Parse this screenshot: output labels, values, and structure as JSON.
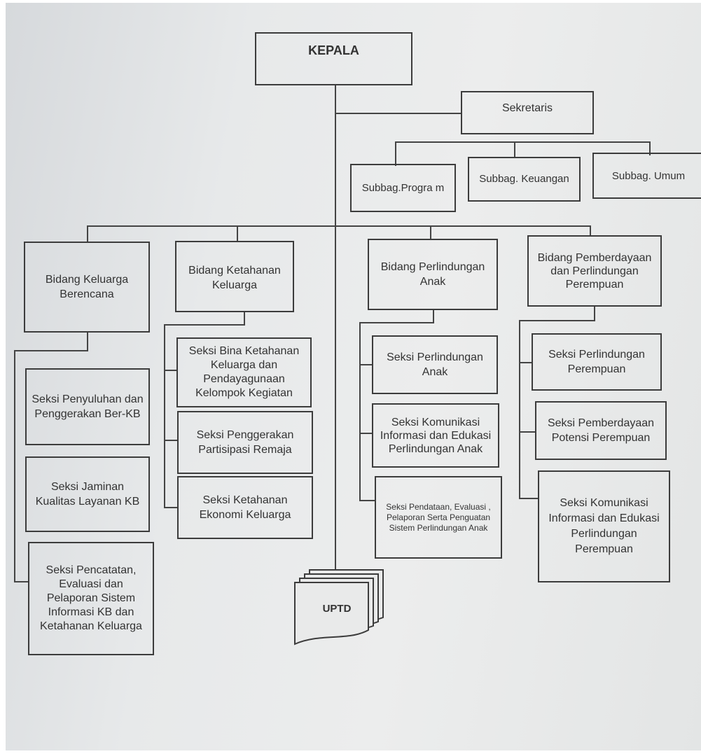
{
  "chart": {
    "head": "KEPALA",
    "secretary": "Sekretaris",
    "subbag": [
      "Subbag.Progra m",
      "Subbag. Keuangan",
      "Subbag. Umum"
    ],
    "bidang": [
      {
        "title": "Bidang Keluarga Berencana",
        "seksi": [
          "Seksi Penyuluhan dan Penggerakan Ber-KB",
          "Seksi Jaminan Kualitas Layanan KB",
          "Seksi Pencatatan, Evaluasi dan Pelaporan Sistem Informasi KB dan Ketahanan Keluarga"
        ]
      },
      {
        "title": "Bidang Ketahanan Keluarga",
        "seksi": [
          "Seksi Bina Ketahanan Keluarga dan Pendayagunaan Kelompok Kegiatan",
          "Seksi Penggerakan Partisipasi Remaja",
          "Seksi Ketahanan Ekonomi Keluarga"
        ]
      },
      {
        "title": "Bidang Perlindungan Anak",
        "seksi": [
          "Seksi Perlindungan Anak",
          "Seksi Komunikasi Informasi dan Edukasi Perlindungan Anak",
          "Seksi Pendataan, Evaluasi , Pelaporan Serta Penguatan Sistem Perlindungan Anak"
        ]
      },
      {
        "title": "Bidang Pemberdayaan dan Perlindungan Perempuan",
        "seksi": [
          "Seksi Perlindungan Perempuan",
          "Seksi Pemberdayaan Potensi Perempuan",
          "Seksi Komunikasi Informasi dan Edukasi Perlindungan Perempuan"
        ]
      }
    ],
    "uptd": "UPTD"
  }
}
